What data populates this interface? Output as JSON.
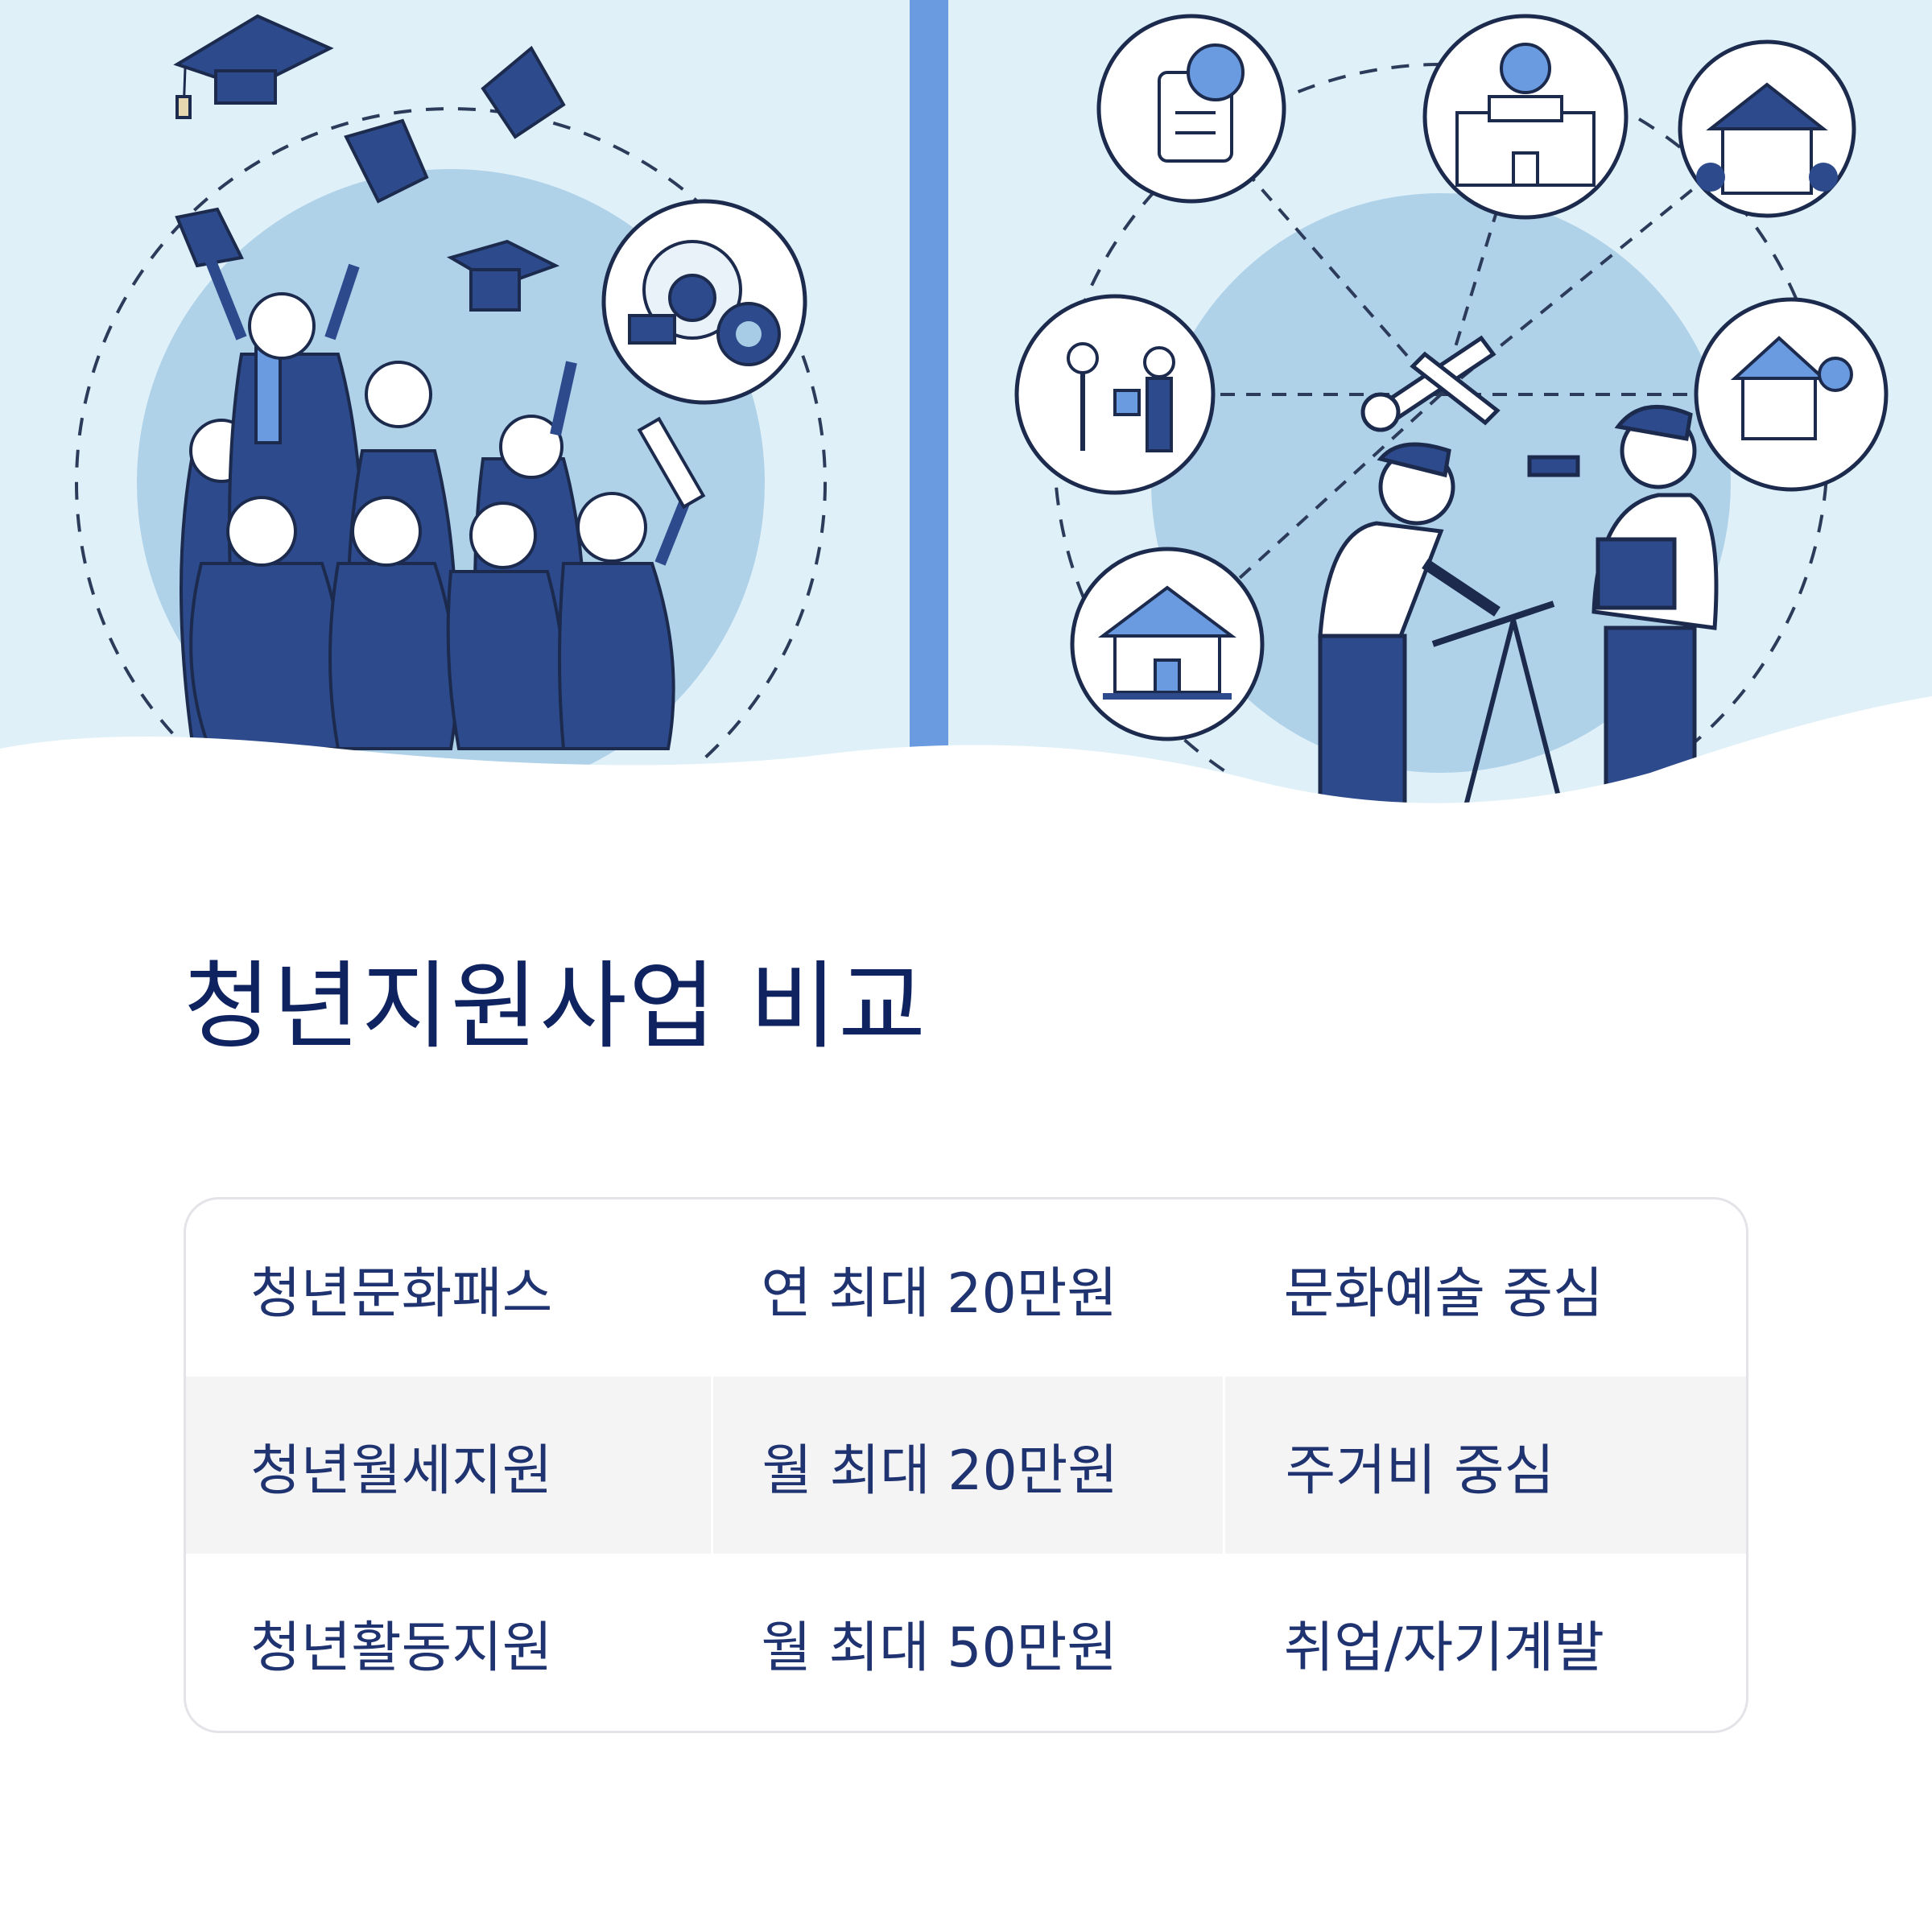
{
  "title": "청년지원사업 비교",
  "colors": {
    "navy": "#2c4a8c",
    "accent": "#6a9ae0",
    "sky": "#dff0f8",
    "circle": "#a7cde6",
    "title": "#0f2360",
    "table_text": "#1f3370"
  },
  "illustration": {
    "left_panel": "graduates-celebrating",
    "right_panel": "support-services-network",
    "icons": [
      "graduation-cap-icon",
      "certificate-icon",
      "gears-card-icon",
      "school-building-icon",
      "house-icon",
      "mentoring-icon",
      "home-icon",
      "wrench-icon",
      "house-repair-icon"
    ]
  },
  "table": {
    "rows": [
      {
        "program": "청년문화패스",
        "amount": "연 최대 20만원",
        "focus": "문화예술 중심"
      },
      {
        "program": "청년월세지원",
        "amount": "월 최대 20만원",
        "focus": "주거비 중심"
      },
      {
        "program": "청년활동지원",
        "amount": "월 최대 50만원",
        "focus": "취업/자기계발"
      }
    ]
  }
}
